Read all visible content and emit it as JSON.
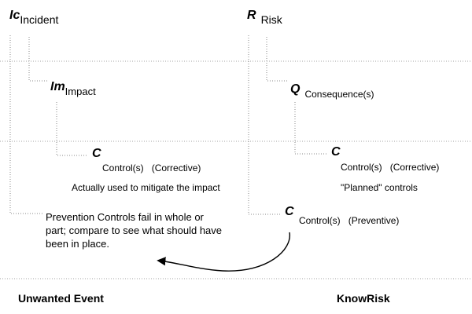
{
  "left": {
    "incident": {
      "symbol": "Ic",
      "label": "Incident"
    },
    "impact": {
      "symbol": "Im",
      "label": "Impact"
    },
    "control": {
      "symbol": "C",
      "label": "Control(s)",
      "type": "(Corrective)",
      "note": "Actually used to mitigate the impact"
    },
    "prevention_note": "Prevention Controls fail in whole or part;  compare to see what should have been in place.",
    "footer": "Unwanted Event"
  },
  "right": {
    "risk": {
      "symbol": "R",
      "label": "Risk"
    },
    "consequence": {
      "symbol": "Q",
      "label": "Consequence(s)"
    },
    "control_corrective": {
      "symbol": "C",
      "label": "Control(s)",
      "type": "(Corrective)",
      "note": "\"Planned\" controls"
    },
    "control_preventive": {
      "symbol": "C",
      "label": "Control(s)",
      "type": "(Preventive)"
    },
    "footer": "KnowRisk"
  },
  "colors": {
    "dotted_line": "#9a9a9a",
    "text": "#000000"
  }
}
